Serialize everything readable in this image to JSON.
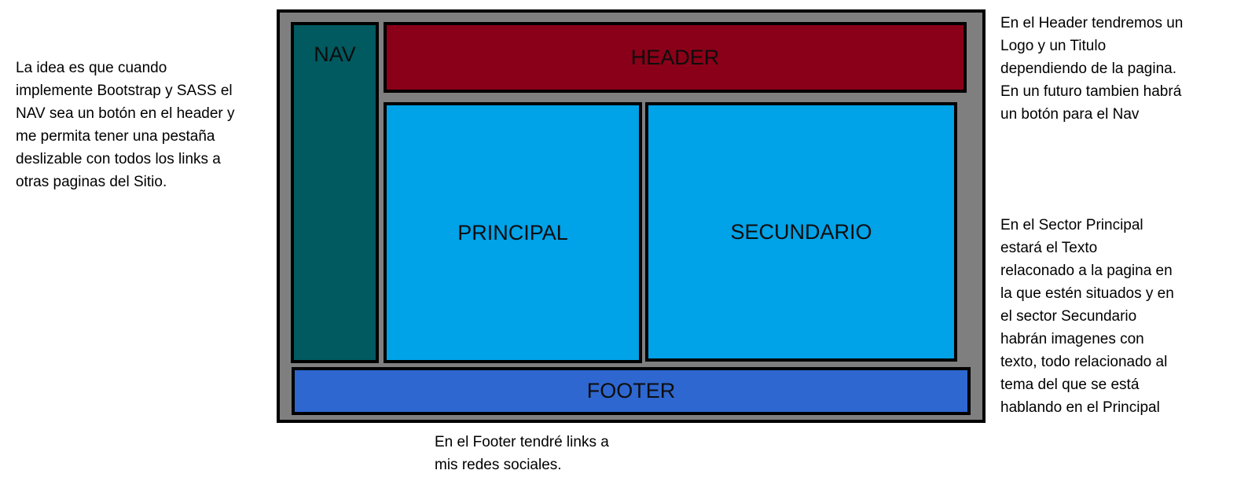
{
  "diagram": {
    "blocks": {
      "nav": {
        "label": "NAV",
        "color": "#005a60"
      },
      "header": {
        "label": "HEADER",
        "color": "#8a0018"
      },
      "principal": {
        "label": "PRINCIPAL",
        "color": "#00a2e8"
      },
      "secundario": {
        "label": "SECUNDARIO",
        "color": "#00a2e8"
      },
      "footer": {
        "label": "FOOTER",
        "color": "#2e67cf"
      },
      "frame_color": "#7f7f7f"
    },
    "notes": {
      "left": [
        "La idea es que cuando",
        "implemente Bootstrap y SASS el",
        "NAV sea un botón en el header y",
        "me permita tener una pestaña",
        "deslizable con todos los links a",
        "otras paginas del Sitio."
      ],
      "header": [
        "En el Header tendremos un",
        "Logo y un Titulo",
        "dependiendo de la pagina.",
        "En un futuro tambien habrá",
        "un botón para el Nav"
      ],
      "principal": [
        "En el Sector Principal",
        "estará el Texto",
        "relaconado a la pagina en",
        "la que estén situados y en",
        "el sector Secundario",
        "habrán imagenes con",
        "texto, todo relacionado al",
        "tema del que se está",
        "hablando en el Principal"
      ],
      "footer": [
        "En el Footer tendré links a",
        "mis redes sociales."
      ]
    }
  }
}
